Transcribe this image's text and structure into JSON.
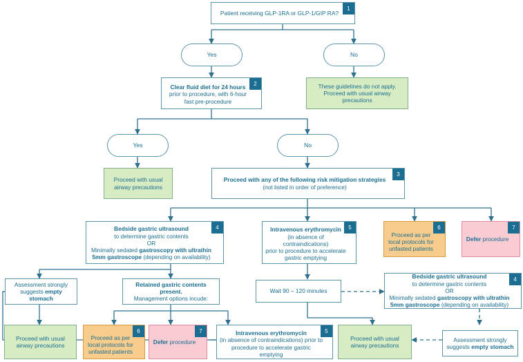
{
  "title": "GLP-1RA periprocedural airway risk mitigation flowchart",
  "colors": {
    "line": "#2e6f8e",
    "border": "#5b93ad",
    "text": "#1a6d91",
    "badge_bg": "#1b6d91",
    "green": "#d8ecc4",
    "orange": "#f8cc8c",
    "pink": "#f9ccd3",
    "white": "#ffffff"
  },
  "nodes": {
    "n1": {
      "badge": "1",
      "line1": "Patient receiving GLP-1RA or GLP-1/GIP RA?"
    },
    "yes1": {
      "label": "Yes"
    },
    "no1": {
      "label": "No"
    },
    "n2": {
      "badge": "2",
      "line1": "Clear fluid diet for 24 hours",
      "line2": "prior to procedure, with 6-hour",
      "line3": "fast pre-procedure"
    },
    "guidelines_na": {
      "line1": "These guidelines do not apply.",
      "line2": "Proceed with usual airway",
      "line3": "precautions"
    },
    "yes2": {
      "label": "Yes"
    },
    "no2": {
      "label": "No"
    },
    "usual1": {
      "line1": "Proceed with usual",
      "line2": "airway precautions"
    },
    "n3": {
      "badge": "3",
      "line1": "Proceed with any of the following risk mitigation strategies",
      "line2": "(not listed in order of preference)"
    },
    "n4a": {
      "badge": "4",
      "line1": "Bedside gastric ultrasound",
      "line2": "to determine gastric contents",
      "line3": "OR",
      "line4_a": "Minimally sedated ",
      "line4_b": "gastroscopy with ultrathin",
      "line5_a": "5mm gastroscope",
      "line5_b": " (depending on availability)"
    },
    "n5a": {
      "badge": "5",
      "line1": "Intravenous erythromycin",
      "line2": "(in absence of contraindications)",
      "line3": "prior to procedure to accelerate",
      "line4": "gastric emptying"
    },
    "n6a": {
      "badge": "6",
      "line1": "Proceed as per",
      "line2": "local protocols for",
      "line3": "unfasted patients"
    },
    "n7a": {
      "badge": "7",
      "line1_a": "Defer",
      "line1_b": " procedure"
    },
    "empty_stomach_left": {
      "line1": "Assessment strongly",
      "line2_a": "suggests ",
      "line2_b": "empty stomach"
    },
    "retained": {
      "line1": "Retained gastric contents present.",
      "line2": "Management options incude:"
    },
    "usual2": {
      "line1": "Proceed with usual",
      "line2": "airway precautions"
    },
    "n6b": {
      "badge": "6",
      "line1": "Proceed as per",
      "line2": "local protocols for",
      "line3": "unfasted patients"
    },
    "n7b": {
      "badge": "7",
      "line1_a": "Defer",
      "line1_b": " procedure"
    },
    "n5b": {
      "badge": "5",
      "line1": "Intravenous erythromycin",
      "line2": "(in absence of contraindications) prior to",
      "line3": "procedure to accelerate gastric emptying"
    },
    "wait": {
      "label": "Wait 90 – 120 minutes"
    },
    "n4b": {
      "badge": "4",
      "line1": "Bedside gastric ultrasound",
      "line2": "to determine gastric contents",
      "line3": "OR",
      "line4_a": "Minimally sedated ",
      "line4_b": "gastroscopy with ultrathin",
      "line5_a": "5mm gastroscope",
      "line5_b": " (depending on availability)"
    },
    "usual3": {
      "line1": "Proceed with usual",
      "line2": "airway precautions"
    },
    "empty_stomach_right": {
      "line1": "Assessment strongly",
      "line2_a": "suggests ",
      "line2_b": "empty stomach"
    }
  }
}
